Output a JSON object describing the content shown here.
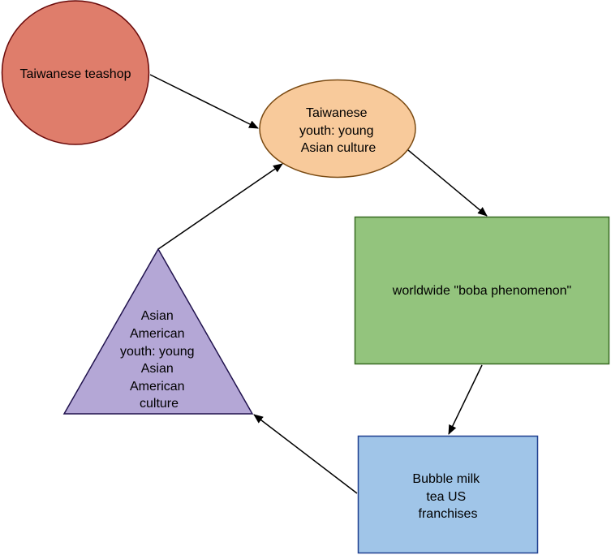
{
  "nodes": {
    "teashop": {
      "lines": [
        "Taiwanese teashop"
      ],
      "fill": "#df7d6b",
      "stroke": "#6a0a0a"
    },
    "taiwanese_youth": {
      "lines": [
        "Taiwanese",
        "youth: young",
        "Asian culture"
      ],
      "fill": "#f8ca9b",
      "stroke": "#7a4a12"
    },
    "boba": {
      "lines": [
        "worldwide \"boba phenomenon\""
      ],
      "fill": "#93c47d",
      "stroke": "#386a22"
    },
    "franchises": {
      "lines": [
        "Bubble milk",
        "tea US",
        "franchises"
      ],
      "fill": "#a0c5e8",
      "stroke": "#1f3f8f"
    },
    "asian_american_youth": {
      "lines": [
        "Asian",
        "American",
        "youth: young",
        "Asian",
        "American",
        "culture"
      ],
      "fill": "#b4a7d6",
      "stroke": "#20124d"
    }
  },
  "edges": [
    {
      "from": "teashop",
      "to": "taiwanese_youth"
    },
    {
      "from": "taiwanese_youth",
      "to": "boba"
    },
    {
      "from": "boba",
      "to": "franchises"
    },
    {
      "from": "franchises",
      "to": "asian_american_youth"
    },
    {
      "from": "asian_american_youth",
      "to": "taiwanese_youth"
    }
  ]
}
